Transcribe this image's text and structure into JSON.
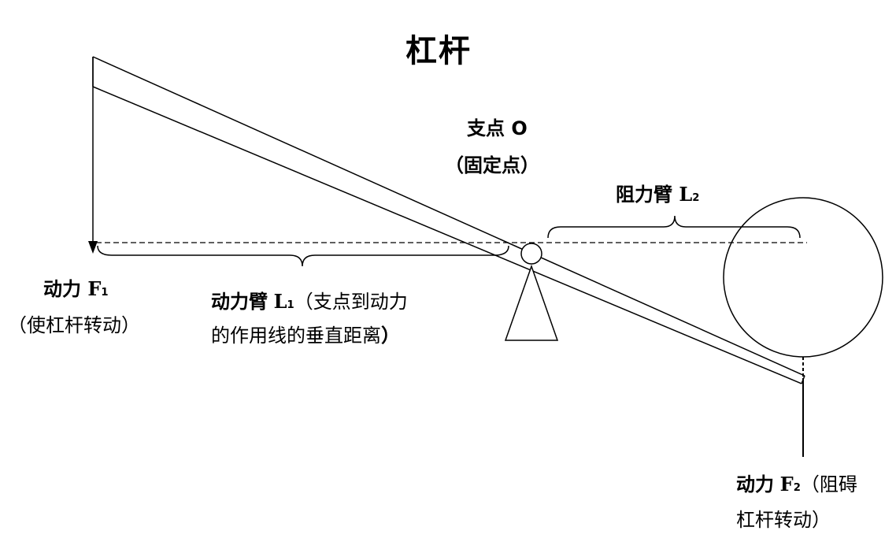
{
  "title": "杠杆",
  "fulcrum": {
    "line1": "支点 O",
    "line2": "（固定点）"
  },
  "resistance_arm": {
    "name": "阻力臂",
    "symbol": "L",
    "sub": "2"
  },
  "effort": {
    "name": "动力",
    "symbol": "F",
    "sub": "1",
    "note": "（使杠杆转动）"
  },
  "effort_arm": {
    "name": "动力臂",
    "symbol": "L",
    "sub": "1",
    "note_part1": "（支点到动力",
    "note_part2_plain": "的作用线的垂直距离",
    "note_part2_bold": "）"
  },
  "resistance": {
    "name": "动力",
    "symbol": "F",
    "sub": "2",
    "note_part1": "（阻碍",
    "note_part2": "杠杆转动）"
  }
}
